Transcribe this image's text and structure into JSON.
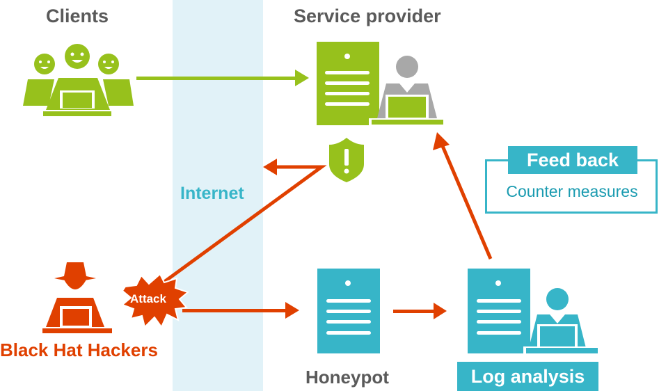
{
  "labels": {
    "clients": "Clients",
    "service_provider": "Service provider",
    "internet": "Internet",
    "black_hat_hackers": "Black Hat Hackers",
    "attack": "Attack",
    "honeypot": "Honeypot",
    "log_analysis": "Log analysis",
    "feedback_title": "Feed back",
    "feedback_sub": "Counter measures",
    "shield_mark": "!"
  },
  "colors": {
    "green": "#97c11c",
    "gray": "#a8a8a8",
    "teal": "#37b5c8",
    "orange": "#e04000",
    "band": "#e1f2f8",
    "label_gray": "#5a5a5a"
  }
}
